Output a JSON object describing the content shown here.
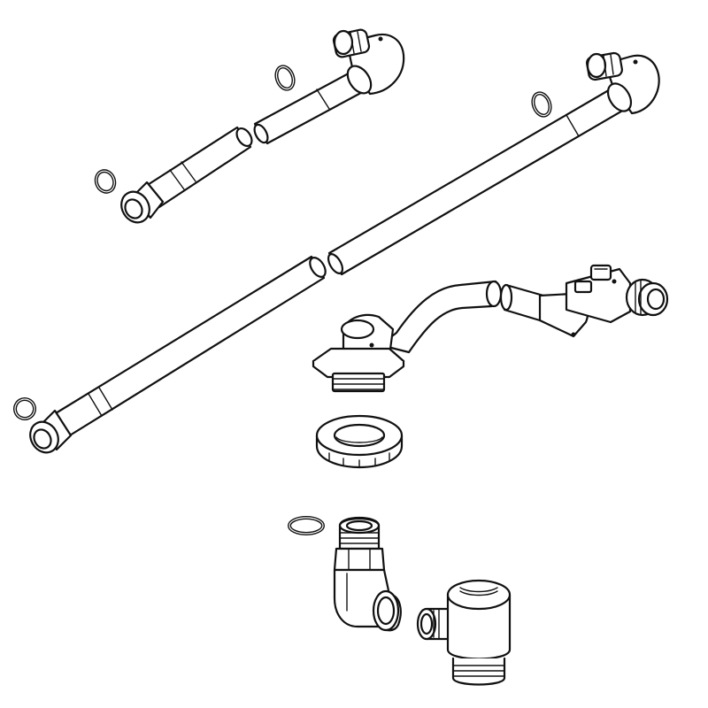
{
  "diagram": {
    "kind": "exploded-parts-illustration",
    "colors": {
      "line": "#111111",
      "background": "#ffffff"
    },
    "parts": [
      {
        "id": "short-pipe",
        "icon": "pipe-with-elbow-icon"
      },
      {
        "id": "long-pipe",
        "icon": "pipe-with-elbow-icon"
      },
      {
        "id": "angled-pipe-with-flange",
        "icon": "drain-pipe-icon"
      },
      {
        "id": "lock-nut",
        "icon": "threaded-nut-icon"
      },
      {
        "id": "elbow-adapter",
        "icon": "elbow-fitting-icon"
      },
      {
        "id": "valve-body",
        "icon": "valve-icon"
      },
      {
        "id": "o-rings",
        "icon": "o-ring-icon",
        "count": 5
      }
    ]
  }
}
